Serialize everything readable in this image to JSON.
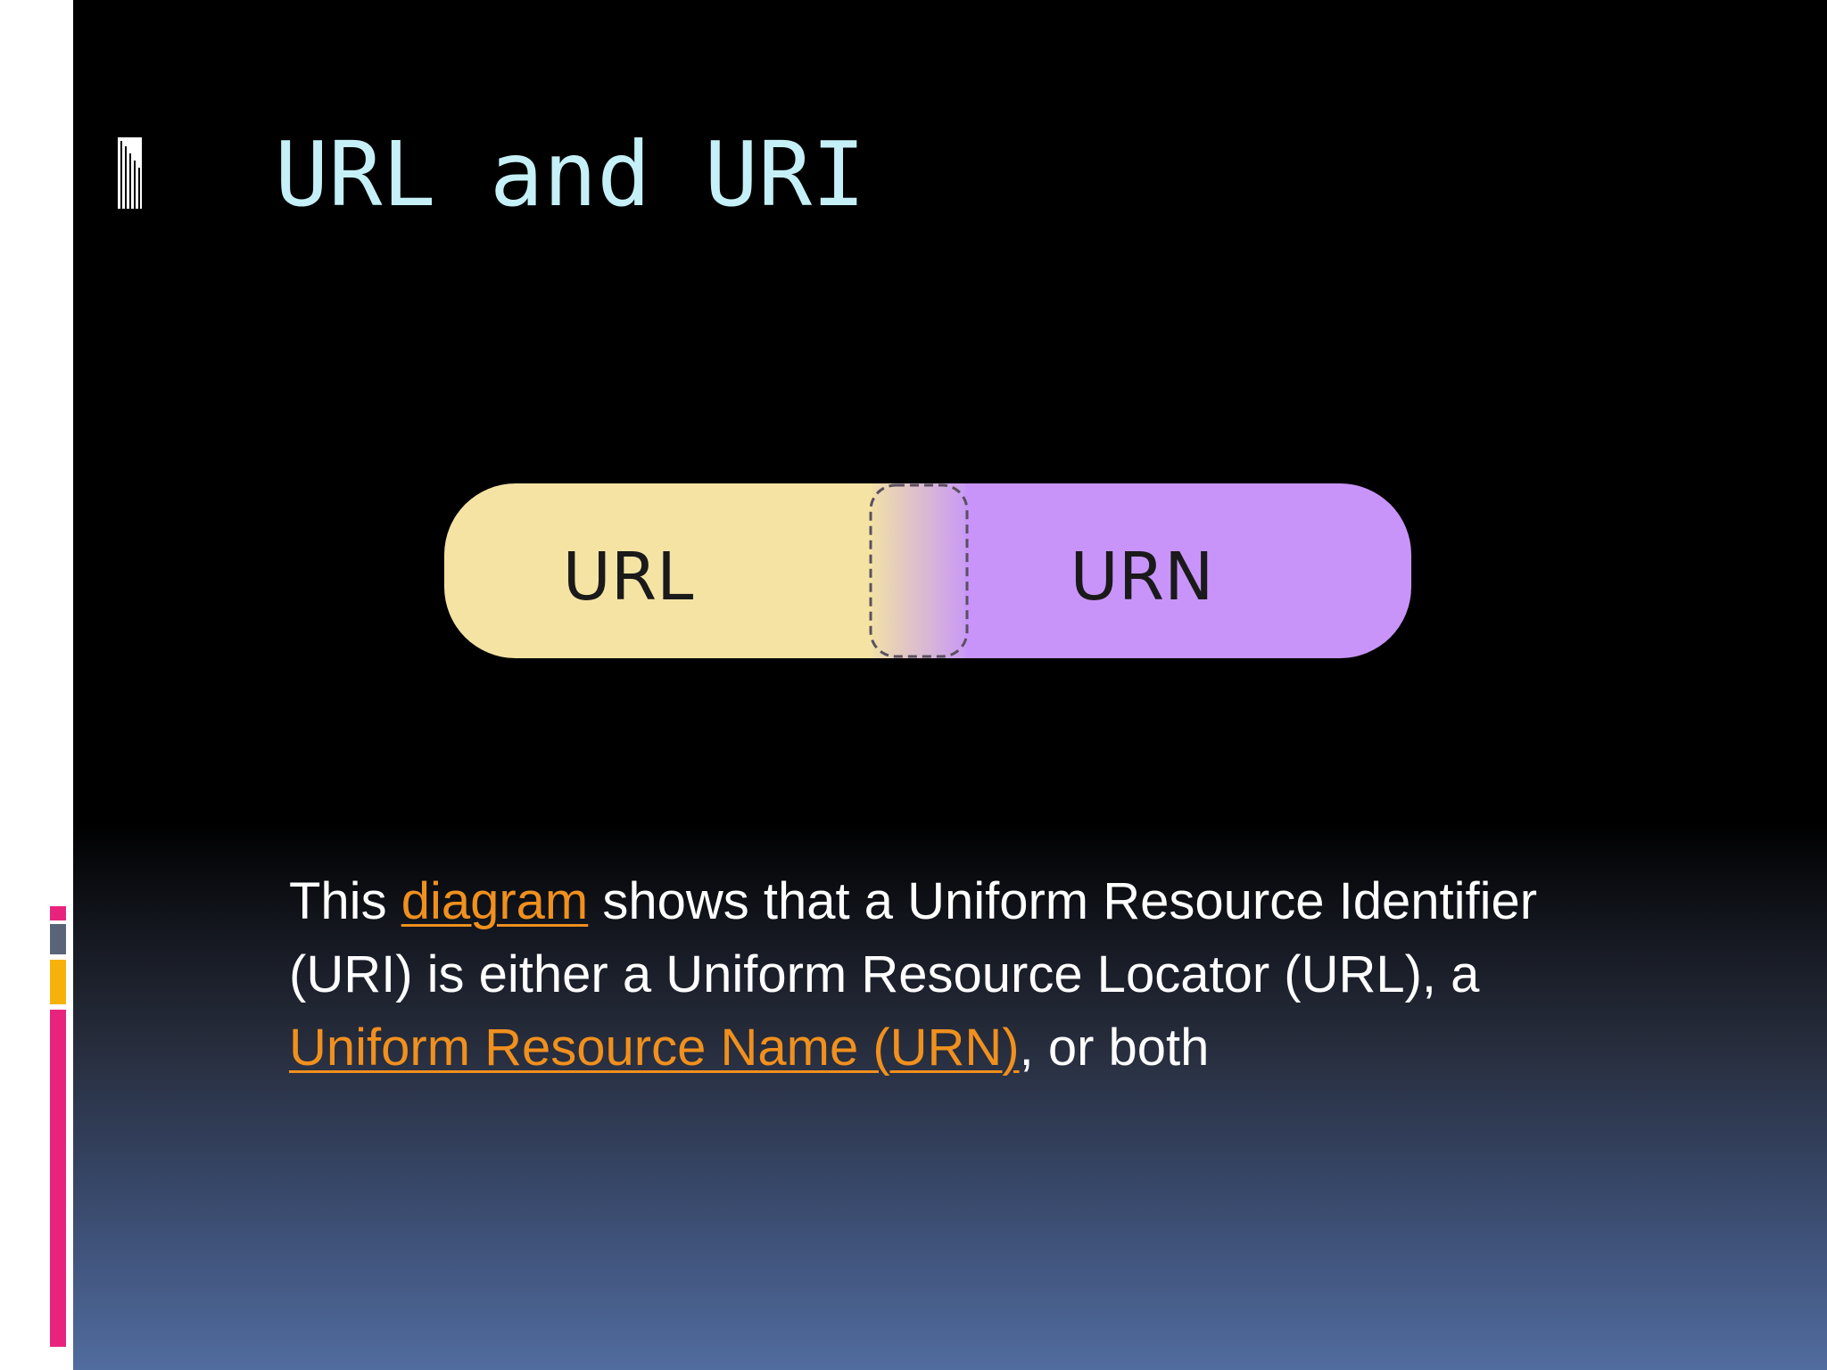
{
  "slide": {
    "title": "URL and URI",
    "diagram": {
      "left_label": "URL",
      "right_label": "URN",
      "left_color": "#f5e3a3",
      "right_color": "#c994fa"
    },
    "caption": {
      "part1": "This ",
      "link1": "diagram",
      "part2": " shows that a Uniform Resource Identifier (URI) is either a Uniform Resource Locator (URL), a ",
      "link2": "Uniform Resource Name (URN)",
      "part3": ", or both"
    }
  },
  "theme": {
    "title_color": "#c6f0f7",
    "link_color": "#f0901e",
    "accent_colors": [
      "#e8237e",
      "#5a6478",
      "#f5b20b",
      "#e8237e"
    ]
  }
}
